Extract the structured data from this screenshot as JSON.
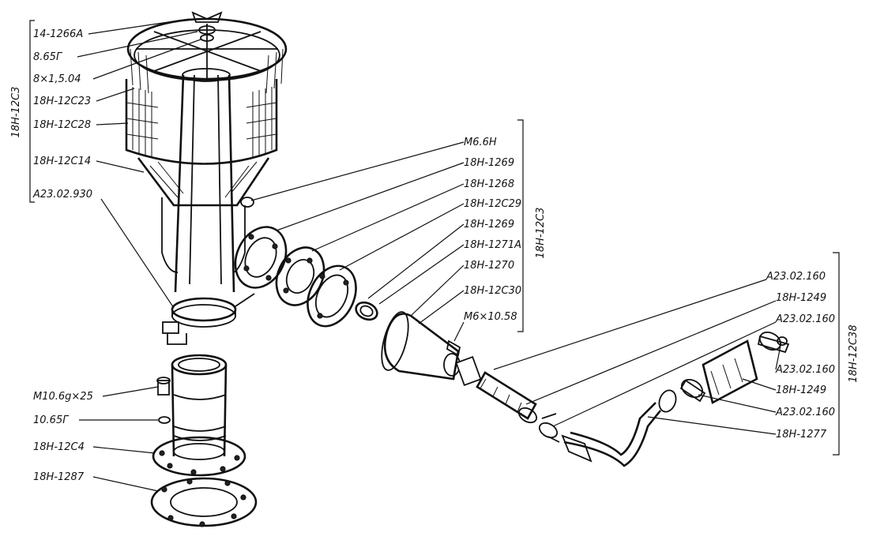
{
  "labels": {
    "top_left": [
      "14-1266А",
      "8.65Г",
      "8×1,5.04",
      "18Н-12С23",
      "18Н-12С28",
      "18Н-12С14",
      "А23.02.930"
    ],
    "group_left": "18Н-12С3",
    "middle": [
      "М6.6Н",
      "18Н-1269",
      "18Н-1268",
      "18Н-12С29",
      "18Н-1269",
      "18Н-1271А",
      "18Н-1270",
      "18Н-12С30",
      "М6×10.58"
    ],
    "group_middle": "18Н-12С3",
    "right": [
      "А23.02.160",
      "18Н-1249",
      "А23.02.160",
      "А23.02.160",
      "18Н-1249",
      "А23.02.160",
      "18Н-1277"
    ],
    "group_right": "18Н-12С38",
    "bottom_left": [
      "М10.6g×25",
      "10.65Г",
      "18Н-12С4",
      "18Н-1287"
    ]
  }
}
